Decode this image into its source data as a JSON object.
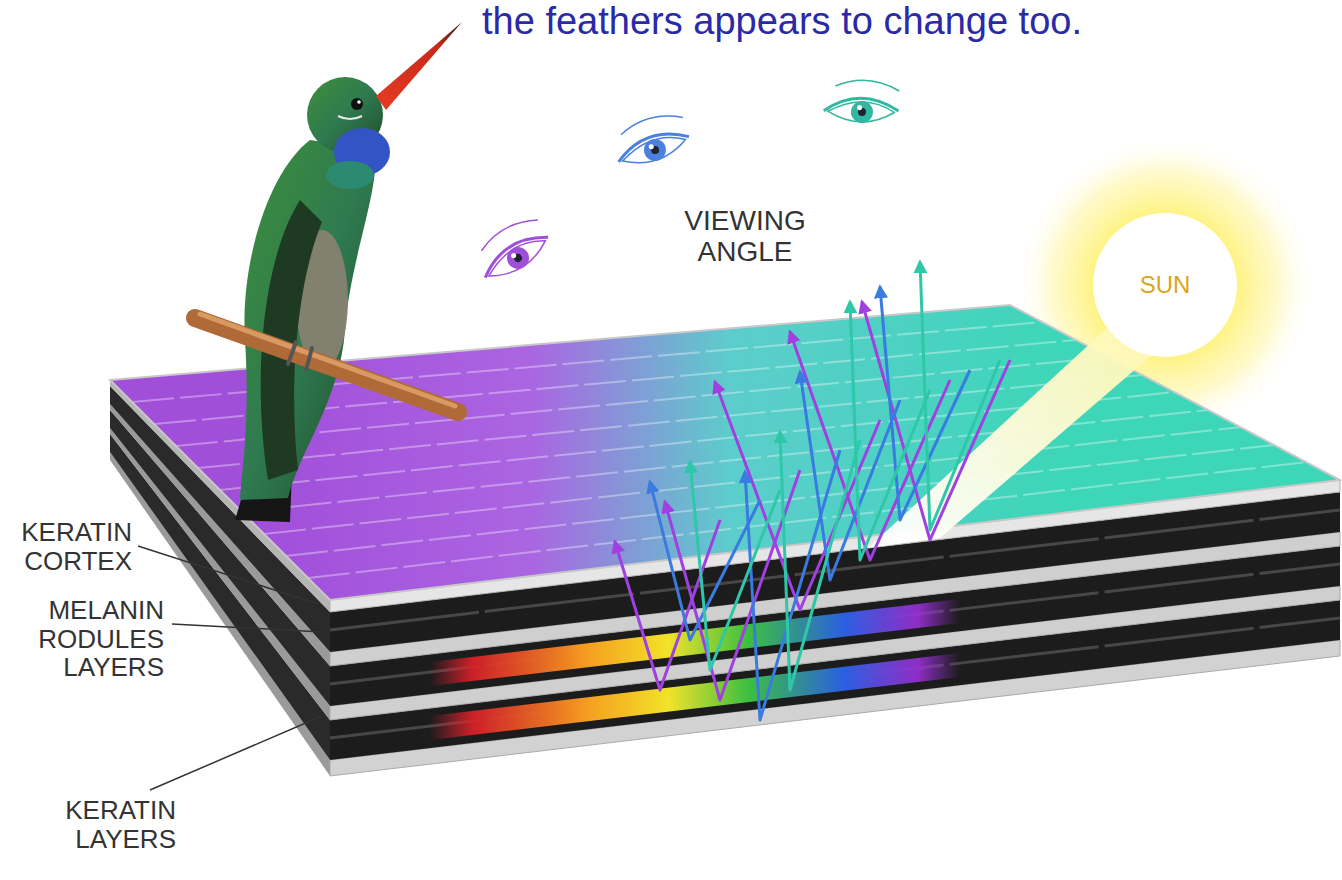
{
  "diagram": {
    "title": "the feathers appears to change too.",
    "nodes": [
      {
        "text": [
          "SUN"
        ]
      }
    ],
    "labels": [
      "VIEWING ANGLE",
      "KERATIN CORTEX",
      "MELANIN RODULES LAYERS",
      "KERATIN LAYERS"
    ]
  }
}
